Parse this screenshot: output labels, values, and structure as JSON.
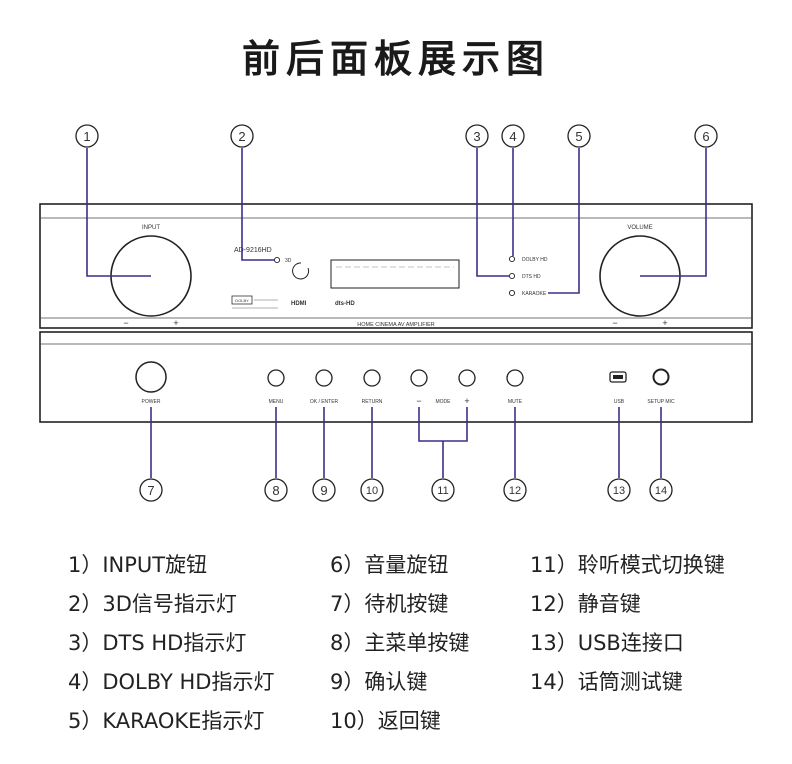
{
  "title": "前后面板展示图",
  "front_panel": {
    "input_label": "INPUT",
    "volume_label": "VOLUME",
    "model": "AD-9216HD",
    "indicator_3d": "3D",
    "dolby_hd": "DOLBY HD",
    "dts_hd": "DTS HD",
    "karaoke": "KARAOKE",
    "minus": "−",
    "plus": "+",
    "brand_line": "HOME CINEMA AV AMPLIFIER",
    "hdmi_logo": "HDMI",
    "dts_logo": "dts-HD",
    "dolby_logo": "DOLBY"
  },
  "lower_panel": {
    "power": "POWER",
    "menu": "MENU",
    "ok_enter": "OK / ENTER",
    "return": "RETURN",
    "mode": "MODE",
    "mode_minus": "−",
    "mode_plus": "+",
    "mute": "MUTE",
    "usb": "USB",
    "setup_mic": "SETUP MIC"
  },
  "callouts": [
    "1",
    "2",
    "3",
    "4",
    "5",
    "6",
    "7",
    "8",
    "9",
    "10",
    "11",
    "12",
    "13",
    "14"
  ],
  "legend": [
    "1）INPUT旋钮",
    "2）3D信号指示灯",
    "3）DTS HD指示灯",
    "4）DOLBY HD指示灯",
    "5）KARAOKE指示灯",
    "6）音量旋钮",
    "7）待机按键",
    "8）主菜单按键",
    "9）确认键",
    "10）返回键",
    "11）聆听模式切换键",
    "12）静音键",
    "13）USB连接口",
    "14）话筒测试键"
  ],
  "colors": {
    "leader": "#3b2f8c",
    "outline": "#222222"
  }
}
